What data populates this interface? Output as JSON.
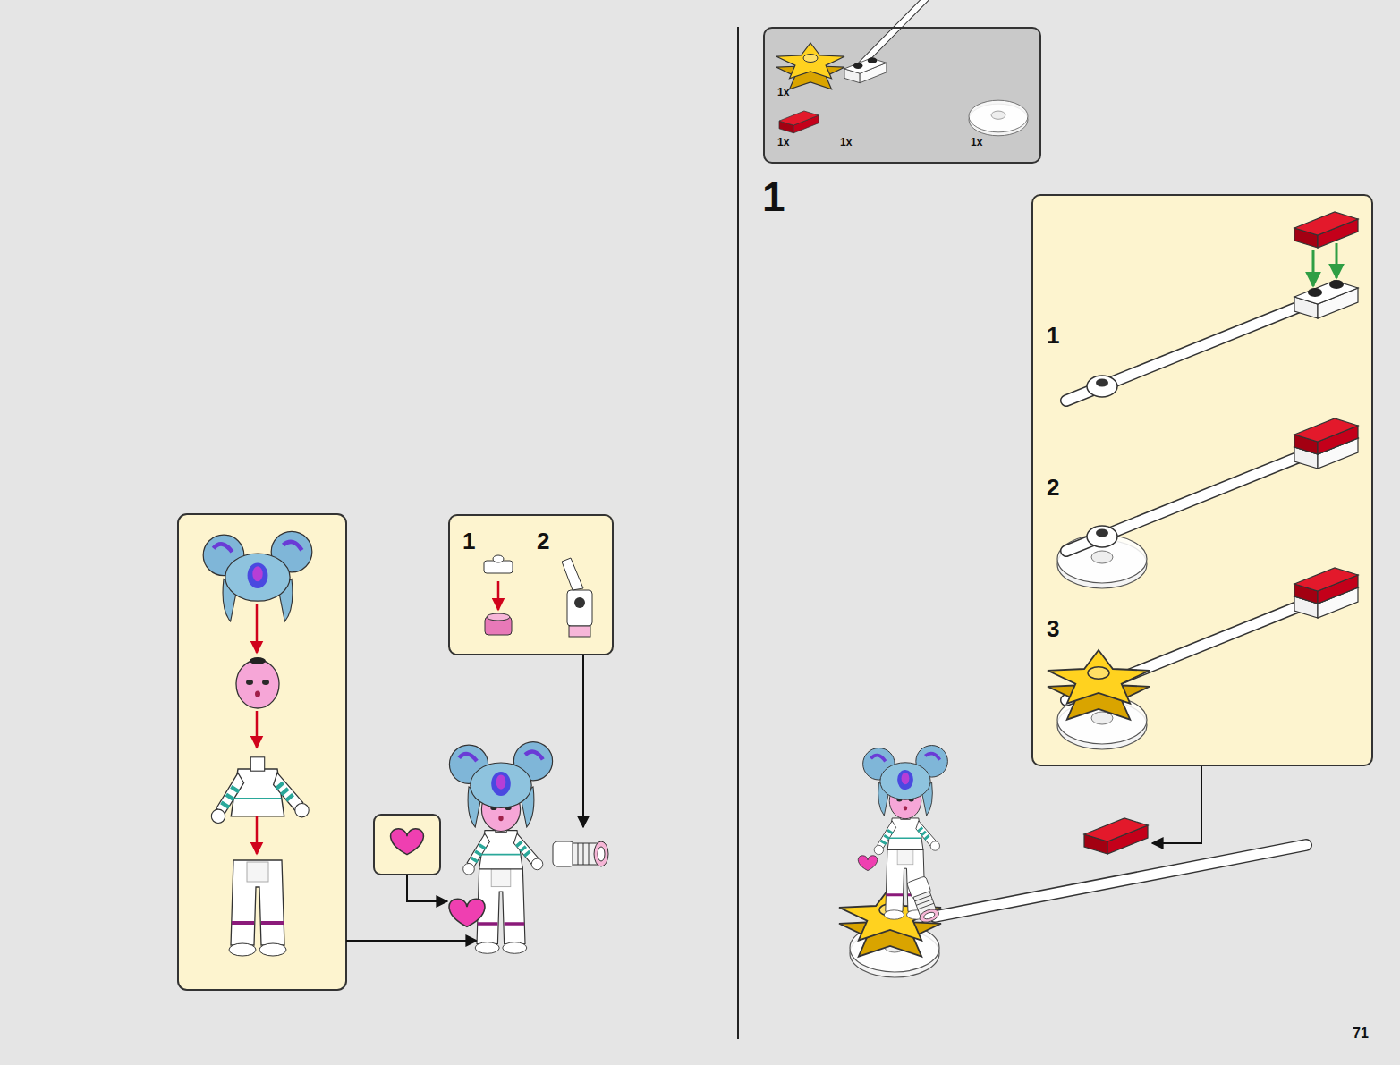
{
  "diagram": {
    "nodes": [
      {
        "text": [
          "1",
          "2"
        ]
      },
      {
        "text": [
          "1x",
          "1x",
          "1x",
          "1x"
        ]
      },
      {
        "text": [
          "1",
          "2",
          "3"
        ]
      }
    ],
    "labels": [
      "1",
      "71"
    ]
  }
}
